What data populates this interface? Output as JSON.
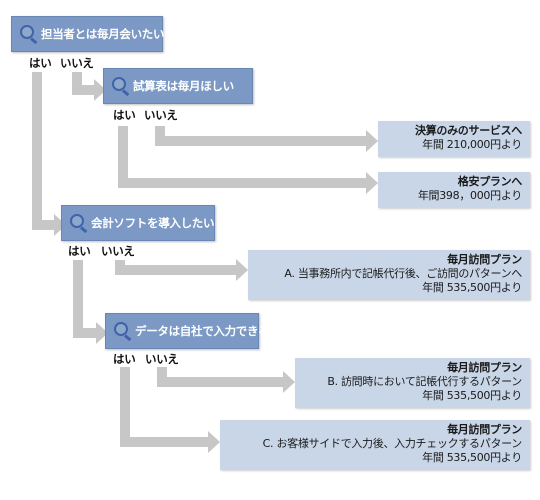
{
  "questions": {
    "q1": "担当者とは毎月会いたい",
    "q2": "試算表は毎月ほしい",
    "q3": "会計ソフトを導入したい",
    "q4": "データは自社で入力できる"
  },
  "answers": {
    "yes": "はい",
    "no": "いいえ"
  },
  "results": {
    "r1": {
      "title": "決算のみのサービスへ",
      "lines": [
        "年間 210,000円より"
      ]
    },
    "r2": {
      "title": "格安プランへ",
      "lines": [
        "年間398，000円より"
      ]
    },
    "r3": {
      "title": "毎月訪問プラン",
      "lines": [
        "A. 当事務所内で記帳代行後、ご訪問のパターンへ",
        "年間 535,500円より"
      ]
    },
    "r4": {
      "title": "毎月訪問プラン",
      "lines": [
        "B. 訪問時において記帳代行するパターン",
        "年間 535,500円より"
      ]
    },
    "r5": {
      "title": "毎月訪問プラン",
      "lines": [
        "C. お客様サイドで入力後、入力チェックするパターン",
        "年間 535,500円より"
      ]
    }
  },
  "colors": {
    "question_box": "#7b99c4",
    "result_box": "#c9d6e8",
    "connector": "#c7c7c7",
    "icon": "#3f63a8"
  },
  "icons": {
    "question": "magnifier-q-icon"
  }
}
